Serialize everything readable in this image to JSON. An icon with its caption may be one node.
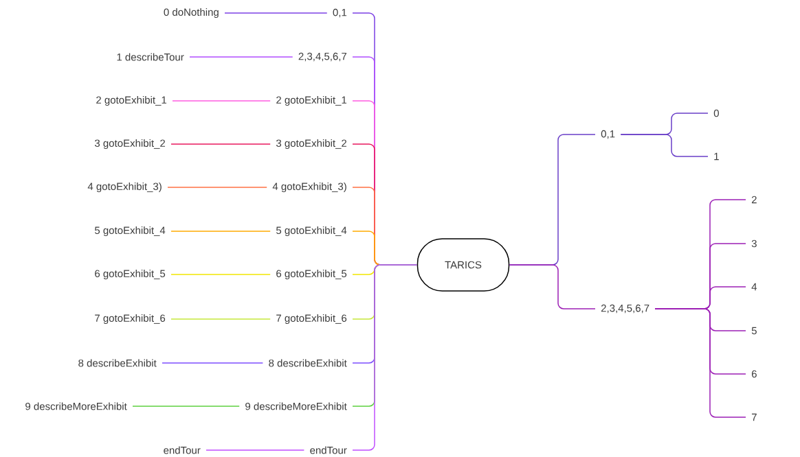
{
  "diagram": {
    "nodes": [
      {
        "text": [
          "0 doNothing"
        ]
      },
      {
        "text": [
          "1 describeTour"
        ]
      },
      {
        "text": [
          "2 gotoExhibit_1"
        ]
      },
      {
        "text": [
          "3 gotoExhibit_2"
        ]
      },
      {
        "text": [
          "4 gotoExhibit_3)"
        ]
      },
      {
        "text": [
          "5 gotoExhibit_4"
        ]
      },
      {
        "text": [
          "6 gotoExhibit_5"
        ]
      },
      {
        "text": [
          "7 gotoExhibit_6"
        ]
      },
      {
        "text": [
          "8 describeExhibit"
        ]
      },
      {
        "text": [
          "9 describeMoreExhibit"
        ]
      },
      {
        "text": [
          "endTour"
        ]
      },
      {
        "text": [
          "0,1"
        ]
      },
      {
        "text": [
          "2,3,4,5,6,7"
        ]
      },
      {
        "text": [
          "2 gotoExhibit_1"
        ]
      },
      {
        "text": [
          "3 gotoExhibit_2"
        ]
      },
      {
        "text": [
          "4 gotoExhibit_3)"
        ]
      },
      {
        "text": [
          "5 gotoExhibit_4"
        ]
      },
      {
        "text": [
          "6 gotoExhibit_5"
        ]
      },
      {
        "text": [
          "7 gotoExhibit_6"
        ]
      },
      {
        "text": [
          "8 describeExhibit"
        ]
      },
      {
        "text": [
          "9 describeMoreExhibit"
        ]
      },
      {
        "text": [
          "endTour"
        ]
      },
      {
        "text": [
          "TARICS"
        ]
      },
      {
        "text": [
          "0,1"
        ]
      },
      {
        "text": [
          "2,3,4,5,6,7"
        ]
      },
      {
        "text": [
          "0"
        ]
      },
      {
        "text": [
          "1"
        ]
      },
      {
        "text": [
          "2"
        ]
      },
      {
        "text": [
          "3"
        ]
      },
      {
        "text": [
          "4"
        ]
      },
      {
        "text": [
          "5"
        ]
      },
      {
        "text": [
          "6"
        ]
      },
      {
        "text": [
          "7"
        ]
      }
    ],
    "edges": [
      {
        "from": 22,
        "to": 11,
        "arrow": "none",
        "color": "#7b3fe4"
      },
      {
        "from": 22,
        "to": 12,
        "arrow": "none",
        "color": "#b04dff"
      },
      {
        "from": 22,
        "to": 13,
        "arrow": "none",
        "color": "#ff5ce1"
      },
      {
        "from": 22,
        "to": 14,
        "arrow": "none",
        "color": "#e8175d"
      },
      {
        "from": 22,
        "to": 15,
        "arrow": "none",
        "color": "#ff7043"
      },
      {
        "from": 22,
        "to": 16,
        "arrow": "none",
        "color": "#ffaa00"
      },
      {
        "from": 22,
        "to": 17,
        "arrow": "none",
        "color": "#f2e600"
      },
      {
        "from": 22,
        "to": 18,
        "arrow": "none",
        "color": "#c6e83a"
      },
      {
        "from": 22,
        "to": 19,
        "arrow": "none",
        "color": "#7c4dff"
      },
      {
        "from": 22,
        "to": 20,
        "arrow": "none",
        "color": "#5cd13f"
      },
      {
        "from": 22,
        "to": 21,
        "arrow": "none",
        "color": "#c04dff"
      },
      {
        "from": 0,
        "to": 11,
        "arrow": "none",
        "color": "#7b3fe4"
      },
      {
        "from": 1,
        "to": 12,
        "arrow": "none",
        "color": "#b04dff"
      },
      {
        "from": 2,
        "to": 13,
        "arrow": "none",
        "color": "#ff5ce1"
      },
      {
        "from": 3,
        "to": 14,
        "arrow": "none",
        "color": "#e8175d"
      },
      {
        "from": 4,
        "to": 15,
        "arrow": "none",
        "color": "#ff7043"
      },
      {
        "from": 5,
        "to": 16,
        "arrow": "none",
        "color": "#ffaa00"
      },
      {
        "from": 6,
        "to": 17,
        "arrow": "none",
        "color": "#f2e600"
      },
      {
        "from": 7,
        "to": 18,
        "arrow": "none",
        "color": "#c6e83a"
      },
      {
        "from": 8,
        "to": 19,
        "arrow": "none",
        "color": "#7c4dff"
      },
      {
        "from": 9,
        "to": 20,
        "arrow": "none",
        "color": "#5cd13f"
      },
      {
        "from": 10,
        "to": 21,
        "arrow": "none",
        "color": "#c04dff"
      },
      {
        "from": 22,
        "to": 23,
        "arrow": "none",
        "color": "#6a3fc8"
      },
      {
        "from": 22,
        "to": 24,
        "arrow": "none",
        "color": "#9c1fb5"
      },
      {
        "from": 23,
        "to": 25,
        "arrow": "none",
        "color": "#6a3fc8"
      },
      {
        "from": 23,
        "to": 26,
        "arrow": "none",
        "color": "#6a3fc8"
      },
      {
        "from": 24,
        "to": 27,
        "arrow": "none",
        "color": "#9c1fb5"
      },
      {
        "from": 24,
        "to": 28,
        "arrow": "none",
        "color": "#9c1fb5"
      },
      {
        "from": 24,
        "to": 29,
        "arrow": "none",
        "color": "#9c1fb5"
      },
      {
        "from": 24,
        "to": 30,
        "arrow": "none",
        "color": "#9c1fb5"
      },
      {
        "from": 24,
        "to": 31,
        "arrow": "none",
        "color": "#9c1fb5"
      },
      {
        "from": 24,
        "to": 32,
        "arrow": "none",
        "color": "#9c1fb5"
      }
    ]
  }
}
